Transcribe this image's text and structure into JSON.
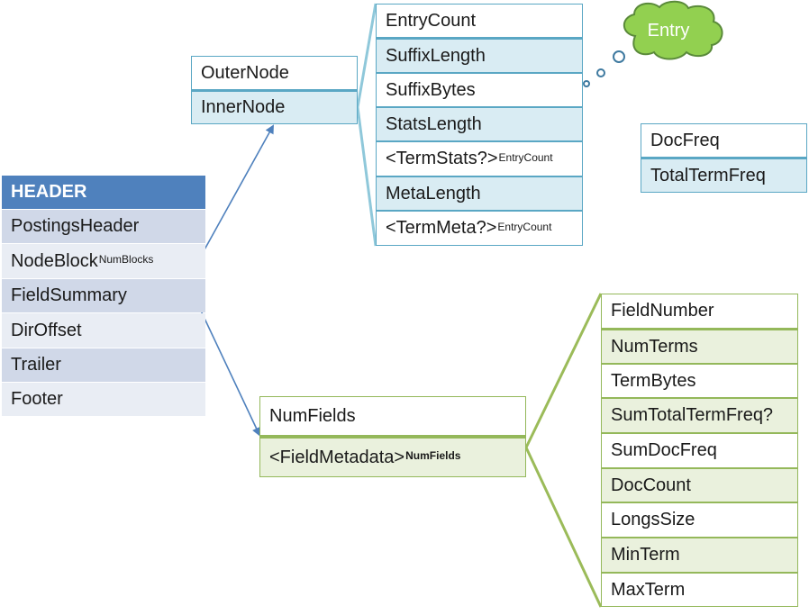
{
  "header_table": {
    "title": "HEADER",
    "rows": [
      {
        "text": "PostingsHeader",
        "sup": ""
      },
      {
        "text": "NodeBlock",
        "sup": "NumBlocks"
      },
      {
        "text": "FieldSummary",
        "sup": ""
      },
      {
        "text": "DirOffset",
        "sup": ""
      },
      {
        "text": "Trailer",
        "sup": ""
      },
      {
        "text": "Footer",
        "sup": ""
      }
    ]
  },
  "node_table": {
    "rows": [
      {
        "text": "OuterNode"
      },
      {
        "text": "InnerNode"
      }
    ]
  },
  "inner_node_table": {
    "rows": [
      {
        "text": "EntryCount",
        "sup": ""
      },
      {
        "text": "SuffixLength",
        "sup": ""
      },
      {
        "text": "SuffixBytes",
        "sup": ""
      },
      {
        "text": "StatsLength",
        "sup": ""
      },
      {
        "text": "<TermStats?>",
        "sup": "EntryCount"
      },
      {
        "text": "MetaLength",
        "sup": ""
      },
      {
        "text": "<TermMeta?>",
        "sup": "EntryCount"
      }
    ]
  },
  "entry_cloud": {
    "label": "Entry"
  },
  "stats_table": {
    "rows": [
      {
        "text": "DocFreq"
      },
      {
        "text": "TotalTermFreq"
      }
    ]
  },
  "field_table": {
    "rows": [
      {
        "text": "NumFields",
        "sup": ""
      },
      {
        "text": "<FieldMetadata>",
        "sup": "NumFields"
      }
    ]
  },
  "field_metadata_table": {
    "rows": [
      {
        "text": "FieldNumber"
      },
      {
        "text": "NumTerms"
      },
      {
        "text": "TermBytes"
      },
      {
        "text": "SumTotalTermFreq?"
      },
      {
        "text": "SumDocFreq"
      },
      {
        "text": "DocCount"
      },
      {
        "text": "LongsSize"
      },
      {
        "text": "MinTerm"
      },
      {
        "text": "MaxTerm"
      }
    ]
  },
  "colors": {
    "header_blue": "#4f81bd",
    "arrow_blue": "#4f81bd",
    "bracket_blue": "#8fc8da",
    "bracket_green": "#9bbb59",
    "cloud_green": "#92d050"
  }
}
